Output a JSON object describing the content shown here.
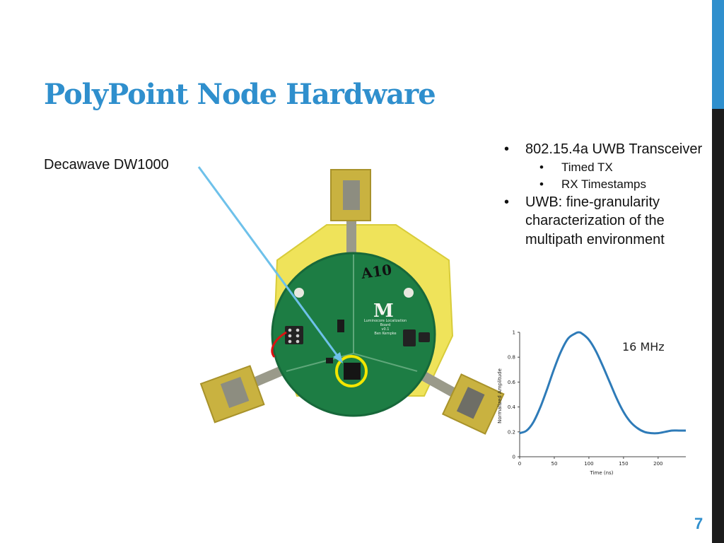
{
  "slide": {
    "title": "PolyPoint Node Hardware",
    "caption": "Decawave DW1000",
    "bullets": [
      {
        "text": "802.15.4a UWB Transceiver",
        "subitems": [
          "Timed TX",
          "RX Timestamps"
        ]
      },
      {
        "text": "UWB: fine-granularity characterization of the multipath environment"
      }
    ],
    "page_number": "7",
    "accent_color": "#2f8fcd"
  },
  "board_photo": {
    "board_label": "A10",
    "logo_letter": "M",
    "board_text": [
      "Luminocore Localization",
      "Board",
      "v0.1",
      "Ben Kempke"
    ],
    "highlight_color": "#f2e600",
    "arrow_color": "#6ec1ea"
  },
  "chart_data": {
    "type": "line",
    "x": [
      0,
      10,
      20,
      30,
      40,
      50,
      60,
      70,
      80,
      85,
      90,
      100,
      110,
      120,
      130,
      140,
      150,
      160,
      170,
      180,
      190,
      200,
      210,
      220,
      230,
      240
    ],
    "series": [
      {
        "values": [
          0.19,
          0.21,
          0.28,
          0.4,
          0.55,
          0.71,
          0.85,
          0.95,
          0.99,
          1.0,
          0.99,
          0.94,
          0.85,
          0.73,
          0.6,
          0.47,
          0.36,
          0.28,
          0.23,
          0.2,
          0.19,
          0.19,
          0.2,
          0.21,
          0.21,
          0.21
        ]
      }
    ],
    "annotation": "16 MHz",
    "xlabel": "Time (ns)",
    "ylabel": "Normalized Amplitude",
    "xticks": [
      0,
      50,
      100,
      150,
      200
    ],
    "yticks": [
      0,
      0.2,
      0.4,
      0.6,
      0.8,
      1
    ],
    "xlim": [
      0,
      240
    ],
    "ylim": [
      0,
      1
    ],
    "grid": false,
    "line_color": "#2e7bb8"
  }
}
